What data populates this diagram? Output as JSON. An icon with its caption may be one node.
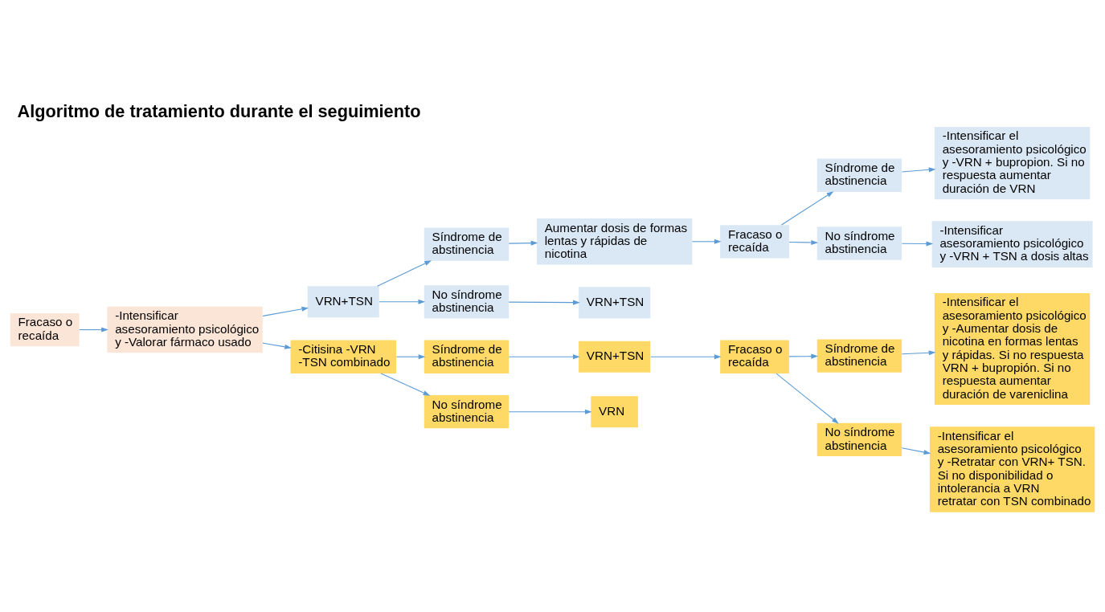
{
  "diagram": {
    "title": "Algoritmo de tratamiento durante el seguimiento",
    "nodes": [
      {
        "text": [
          "Fracaso o recaída"
        ]
      },
      {
        "text": [
          "-Intensificar asesoramiento psicológico y -Valorar fármaco usado"
        ]
      },
      {
        "text": [
          "VRN+TSN"
        ]
      },
      {
        "text": [
          "Síndrome de abstinencia"
        ]
      },
      {
        "text": [
          "Aumentar dosis de formas lentas y rápidas de nicotina"
        ]
      },
      {
        "text": [
          "Fracaso o recaída"
        ]
      },
      {
        "text": [
          "Síndrome de abstinencia"
        ]
      },
      {
        "text": [
          "-Intensificar el asesoramiento psicológico y -VRN + bupropion. Si no respuesta aumentar duración de VRN"
        ]
      },
      {
        "text": [
          "No síndrome abstinencia"
        ]
      },
      {
        "text": [
          "-Intensificar asesoramiento psicológico y -VRN + TSN a dosis altas"
        ]
      },
      {
        "text": [
          "No síndrome abstinencia"
        ]
      },
      {
        "text": [
          "VRN+TSN"
        ]
      },
      {
        "text": [
          "-Citisina -VRN -TSN combinado"
        ]
      },
      {
        "text": [
          "Síndrome de abstinencia"
        ]
      },
      {
        "text": [
          "VRN+TSN"
        ]
      },
      {
        "text": [
          "Fracaso o recaída"
        ]
      },
      {
        "text": [
          "Síndrome de abstinencia"
        ]
      },
      {
        "text": [
          "-Intensificar el asesoramiento psicológico y -Aumentar dosis de nicotina en formas lentas y rápidas. Si no respuesta VRN + bupropión. Si no respuesta aumentar duración de vareniclina"
        ]
      },
      {
        "text": [
          "No síndrome abstinencia"
        ]
      },
      {
        "text": [
          "-Intensificar el asesoramiento psicológico y -Retratar con VRN+ TSN. Si no disponibilidad o intolerancia a VRN retratar con TSN combinado"
        ]
      },
      {
        "text": [
          "No síndrome abstinencia"
        ]
      },
      {
        "text": [
          "VRN"
        ]
      }
    ],
    "edges": [
      {
        "from": 0,
        "to": 1,
        "arrow": "to"
      },
      {
        "from": 1,
        "to": 2,
        "arrow": "to"
      },
      {
        "from": 1,
        "to": 12,
        "arrow": "to"
      },
      {
        "from": 2,
        "to": 3,
        "arrow": "to"
      },
      {
        "from": 2,
        "to": 10,
        "arrow": "to"
      },
      {
        "from": 3,
        "to": 4,
        "arrow": "to"
      },
      {
        "from": 4,
        "to": 5,
        "arrow": "to"
      },
      {
        "from": 5,
        "to": 6,
        "arrow": "to"
      },
      {
        "from": 5,
        "to": 8,
        "arrow": "to"
      },
      {
        "from": 6,
        "to": 7,
        "arrow": "to"
      },
      {
        "from": 8,
        "to": 9,
        "arrow": "to"
      },
      {
        "from": 10,
        "to": 11,
        "arrow": "to"
      },
      {
        "from": 12,
        "to": 13,
        "arrow": "to"
      },
      {
        "from": 12,
        "to": 20,
        "arrow": "to"
      },
      {
        "from": 13,
        "to": 14,
        "arrow": "to"
      },
      {
        "from": 14,
        "to": 15,
        "arrow": "to"
      },
      {
        "from": 15,
        "to": 16,
        "arrow": "to"
      },
      {
        "from": 15,
        "to": 18,
        "arrow": "to"
      },
      {
        "from": 16,
        "to": 17,
        "arrow": "to"
      },
      {
        "from": 18,
        "to": 19,
        "arrow": "to"
      },
      {
        "from": 20,
        "to": 21,
        "arrow": "to"
      }
    ]
  }
}
